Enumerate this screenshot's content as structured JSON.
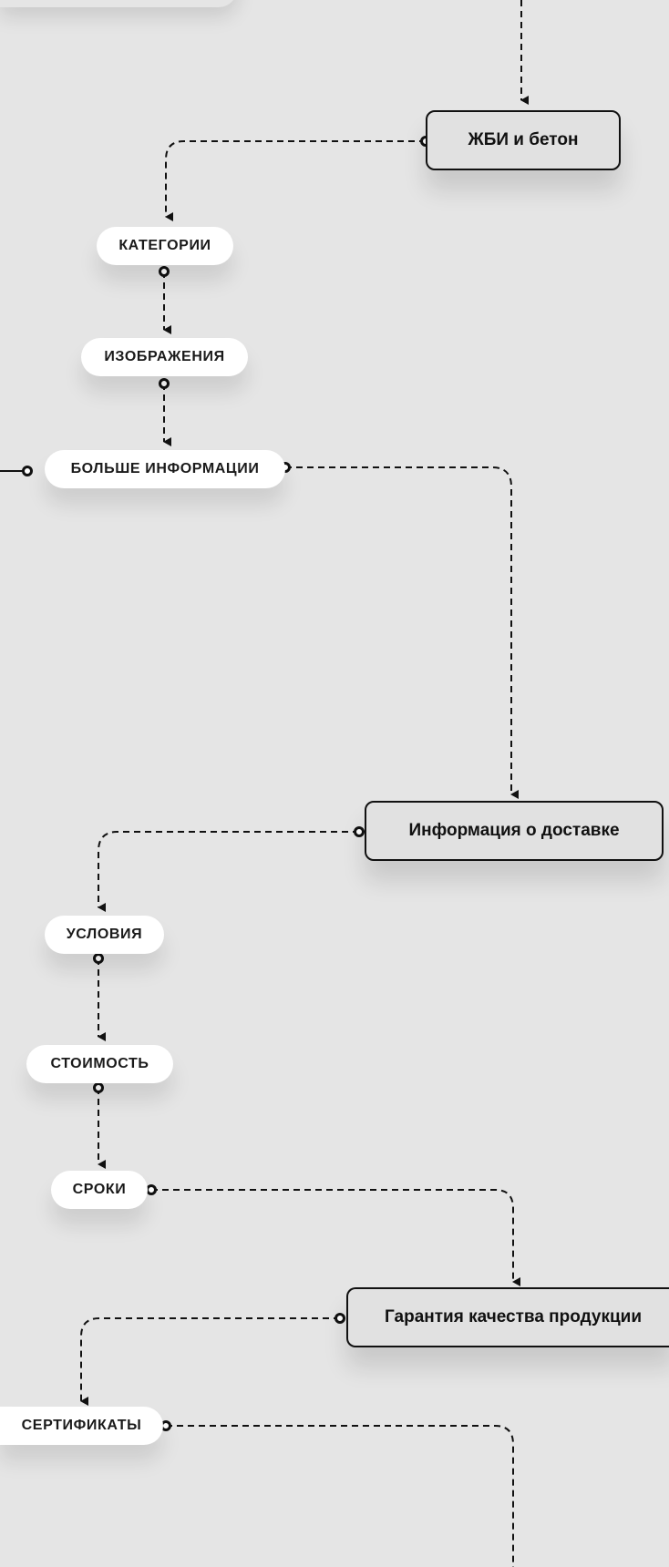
{
  "nodes": {
    "zhbi": "ЖБИ и бетон",
    "delivery": "Информация о доставке",
    "quality": "Гарантия качества продукции"
  },
  "pills": {
    "categories": "КАТЕГОРИИ",
    "images": "ИЗОБРАЖЕНИЯ",
    "more_info": "БОЛЬШЕ ИНФОРМАЦИИ",
    "conditions": "УСЛОВИЯ",
    "cost": "СТОИМОСТЬ",
    "terms": "СРОКИ",
    "certificates": "СЕРТИФИКАТЫ"
  },
  "colors": {
    "background": "#e5e5e5",
    "node_fill": "#e1e1e1",
    "stroke": "#111111",
    "pill_fill": "#ffffff"
  }
}
